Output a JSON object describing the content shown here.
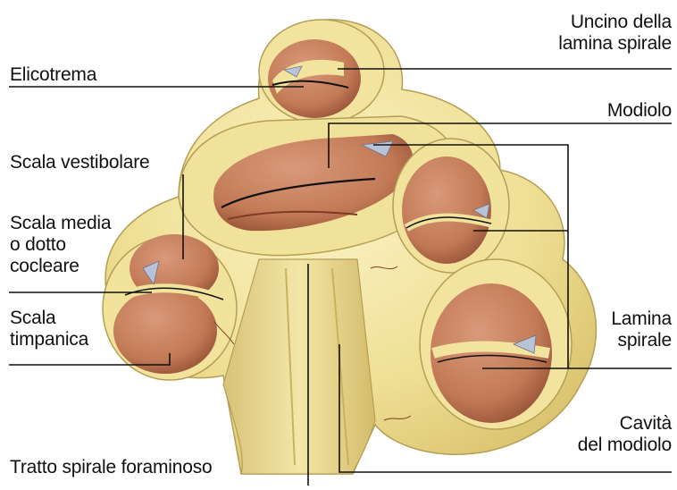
{
  "labels": {
    "uncino": [
      "Uncino della",
      "lamina spirale"
    ],
    "elicotrema": [
      "Elicotrema"
    ],
    "modiolo": [
      "Modiolo"
    ],
    "scala_vestibolare": [
      "Scala vestibolare"
    ],
    "scala_media": [
      "Scala media",
      "o dotto",
      "cocleare"
    ],
    "scala_timpanica": [
      "Scala",
      "timpanica"
    ],
    "lamina_spirale": [
      "Lamina",
      "spirale"
    ],
    "cavita_modiolo": [
      "Cavità",
      "del modiolo"
    ],
    "tratto_spirale": [
      "Tratto spirale foraminoso"
    ]
  },
  "colors": {
    "bone": "#efdf94",
    "bone_light": "#f8efbd",
    "bone_shadow": "#c9b25c",
    "duct": "#c67f5c",
    "duct_dark": "#8d4a33",
    "membrane": "#b9c3d8",
    "leader": "#111111"
  }
}
